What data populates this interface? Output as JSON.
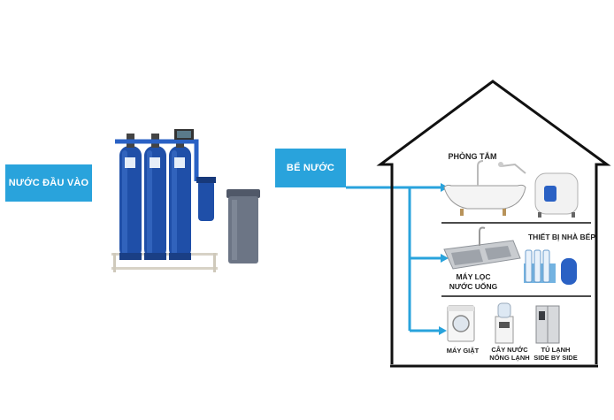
{
  "labels": {
    "inlet_water": "NƯỚC ĐẦU VÀO",
    "water_tank": "BỂ NƯỚC"
  },
  "rooms": {
    "bathroom": {
      "title": "PHÒNG TẮM"
    },
    "kitchen": {
      "title": "THIẾT BỊ NHÀ BẾP",
      "ro_line1": "MÁY LỌC",
      "ro_line2": "NƯỚC UỐNG"
    },
    "appliances": {
      "washing_machine": "MÁY GIẶT",
      "water_dispenser_line1": "CÂY NƯỚC",
      "water_dispenser_line2": "NÓNG LẠNH",
      "fridge_line1": "TỦ LẠNH",
      "fridge_line2": "SIDE BY SIDE"
    }
  },
  "colors": {
    "pipe": "#29a3dc",
    "label_bg": "#29a3dc",
    "filter_tank": "#1f4fa8",
    "house_outline": "#111111"
  }
}
